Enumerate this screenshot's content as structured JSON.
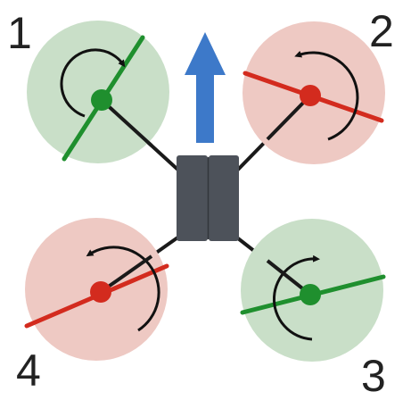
{
  "colors": {
    "cw_disc": "#c9dfc8",
    "ccw_disc": "#eec9c3",
    "cw_prop": "#1f8f2e",
    "ccw_prop": "#d32b1e",
    "arm": "#1a1a1a",
    "body": "#4d525a",
    "arrow": "#3d79c9",
    "label": "#222222"
  },
  "motors": [
    {
      "label": "1",
      "spin": "clockwise",
      "disc": "cw_disc",
      "prop": "cw_prop"
    },
    {
      "label": "2",
      "spin": "counter-clockwise",
      "disc": "ccw_disc",
      "prop": "ccw_prop"
    },
    {
      "label": "3",
      "spin": "clockwise",
      "disc": "cw_disc",
      "prop": "cw_prop"
    },
    {
      "label": "4",
      "spin": "counter-clockwise",
      "disc": "ccw_disc",
      "prop": "ccw_prop"
    }
  ],
  "direction_arrow_icon": "arrow-up-icon"
}
